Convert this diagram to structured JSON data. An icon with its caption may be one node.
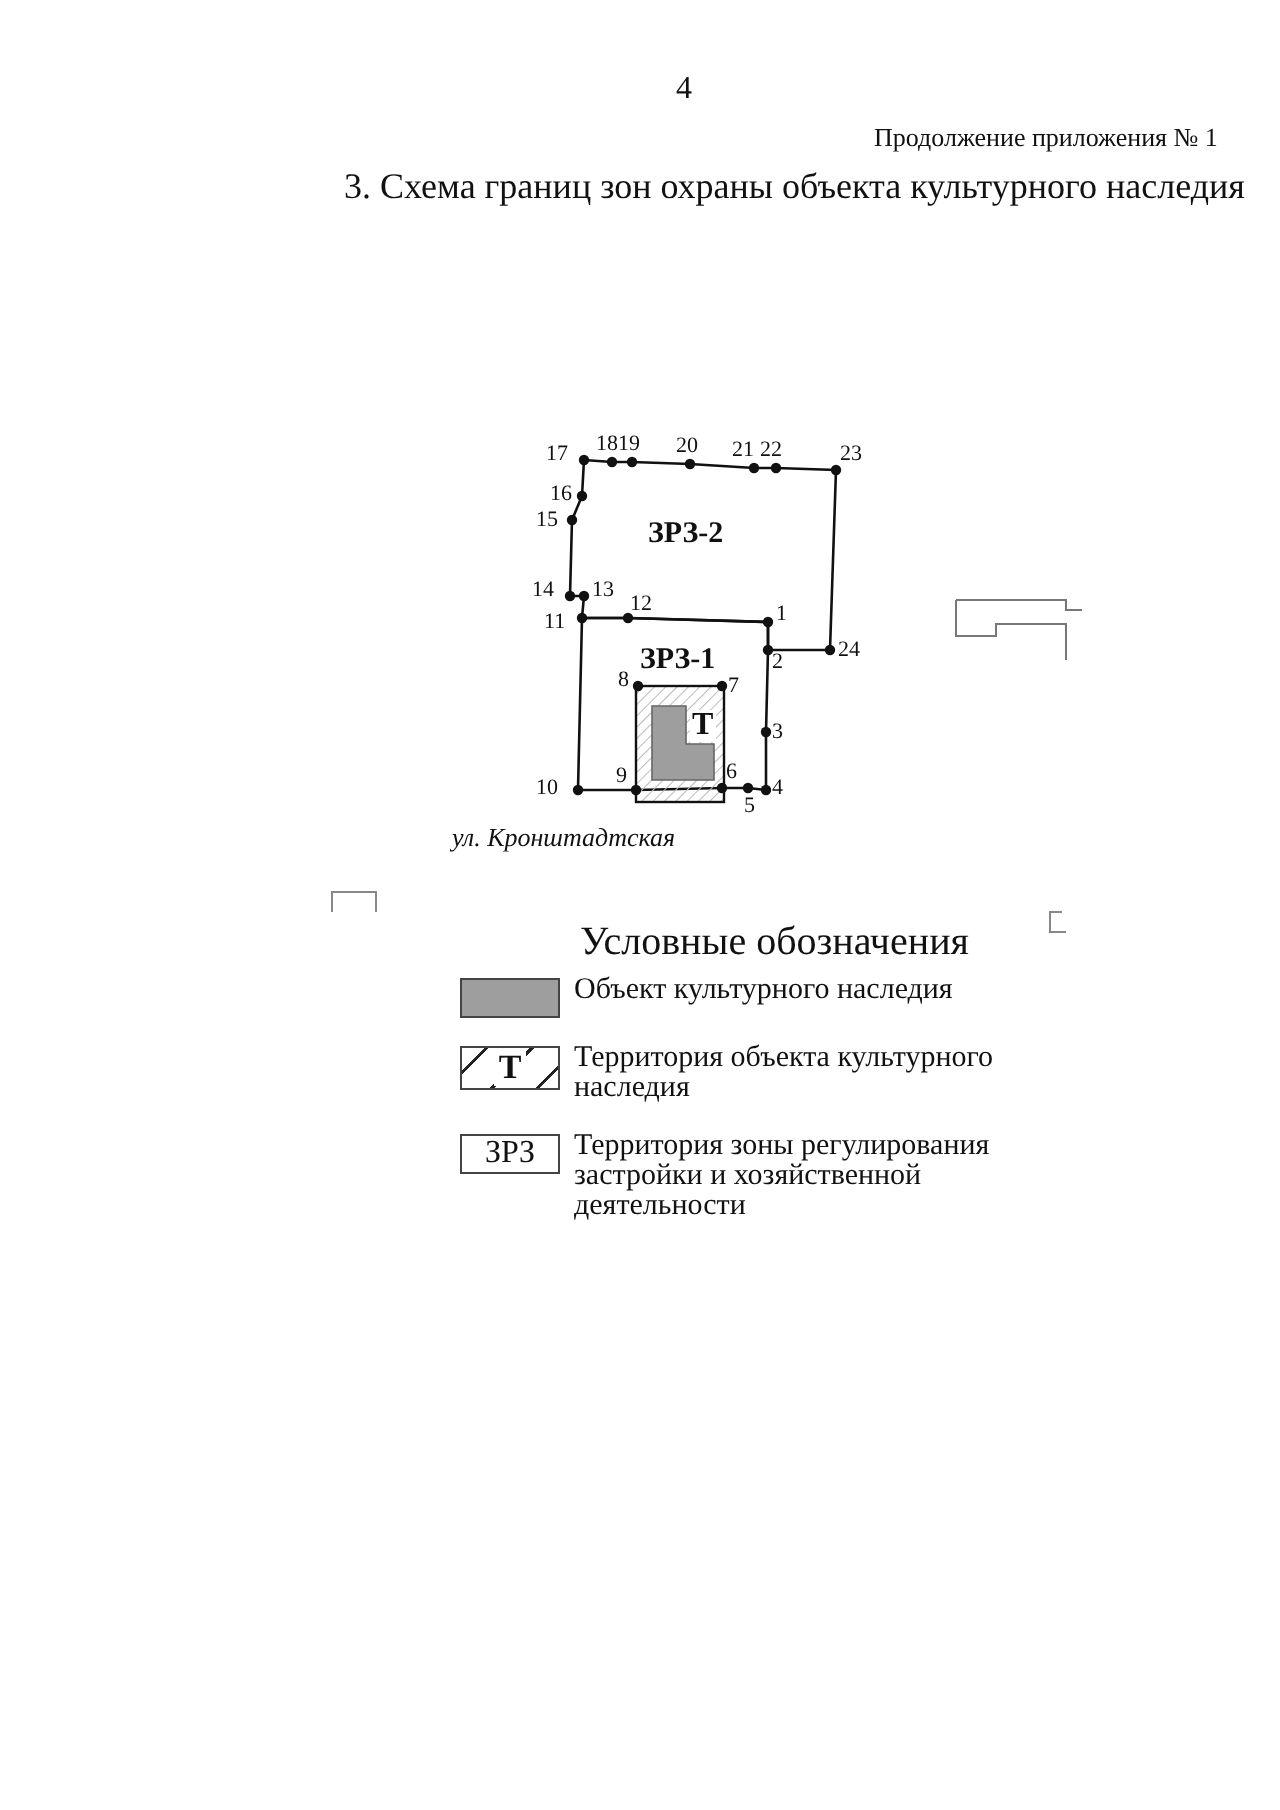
{
  "diagram": {
    "title": "3. Схема границ зон охраны объекта культурного наследия",
    "nodes": [
      {
        "text": [
          "ЗРЗ-2"
        ]
      },
      {
        "text": [
          "ЗРЗ-1"
        ]
      },
      {
        "text": [
          "Т"
        ]
      }
    ],
    "edges": [],
    "labels": [
      "4",
      "Продолжение приложения № 1",
      "17",
      "18",
      "19",
      "20",
      "21",
      "22",
      "23",
      "16",
      "15",
      "14",
      "13",
      "12",
      "1",
      "11",
      "2",
      "24",
      "8",
      "7",
      "3",
      "10",
      "9",
      "6",
      "4",
      "5",
      "ул. Кронштадтская",
      "Условные обозначения",
      "Т",
      "ЗРЗ"
    ],
    "legend": [
      {
        "text": "Объект культурного наследия",
        "color": "#9e9e9e"
      },
      {
        "text": "Территория объекта культурного наследия"
      },
      {
        "text": "Территория зоны  регулирования застройки и хозяйственной деятельности"
      }
    ]
  }
}
